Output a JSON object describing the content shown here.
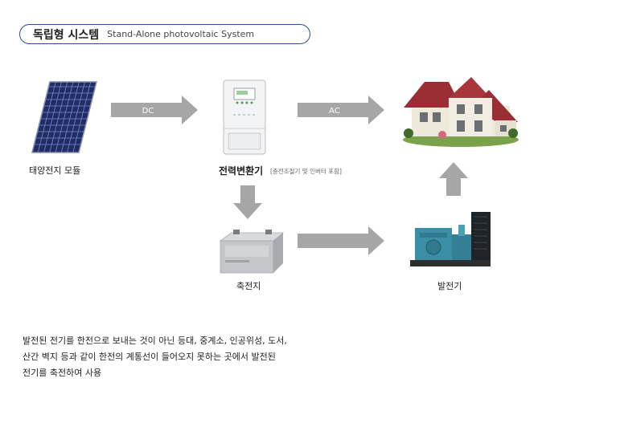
{
  "title": {
    "korean": "독립형 시스템",
    "english": "Stand-Alone photovoltaic System"
  },
  "nodes": {
    "solar": "태양전지 모듈",
    "converter": "전력변환기",
    "converter_note": "[충전조절기 및 인버터 포함]",
    "battery": "축전지",
    "generator": "발전기"
  },
  "arrows": {
    "dc": "DC",
    "ac": "AC"
  },
  "description": [
    "발전된 전기를 한전으로 보내는 것이 아닌 등대, 중계소, 인공위성, 도서,",
    "산간 벽지 등과 같이 한전의 계통선이 들어오지 못하는 곳에서 발전된",
    "전기를 축전하여 사용"
  ],
  "colors": {
    "pill_border": "#2a4f8e",
    "arrow": "#a6a6a6"
  }
}
